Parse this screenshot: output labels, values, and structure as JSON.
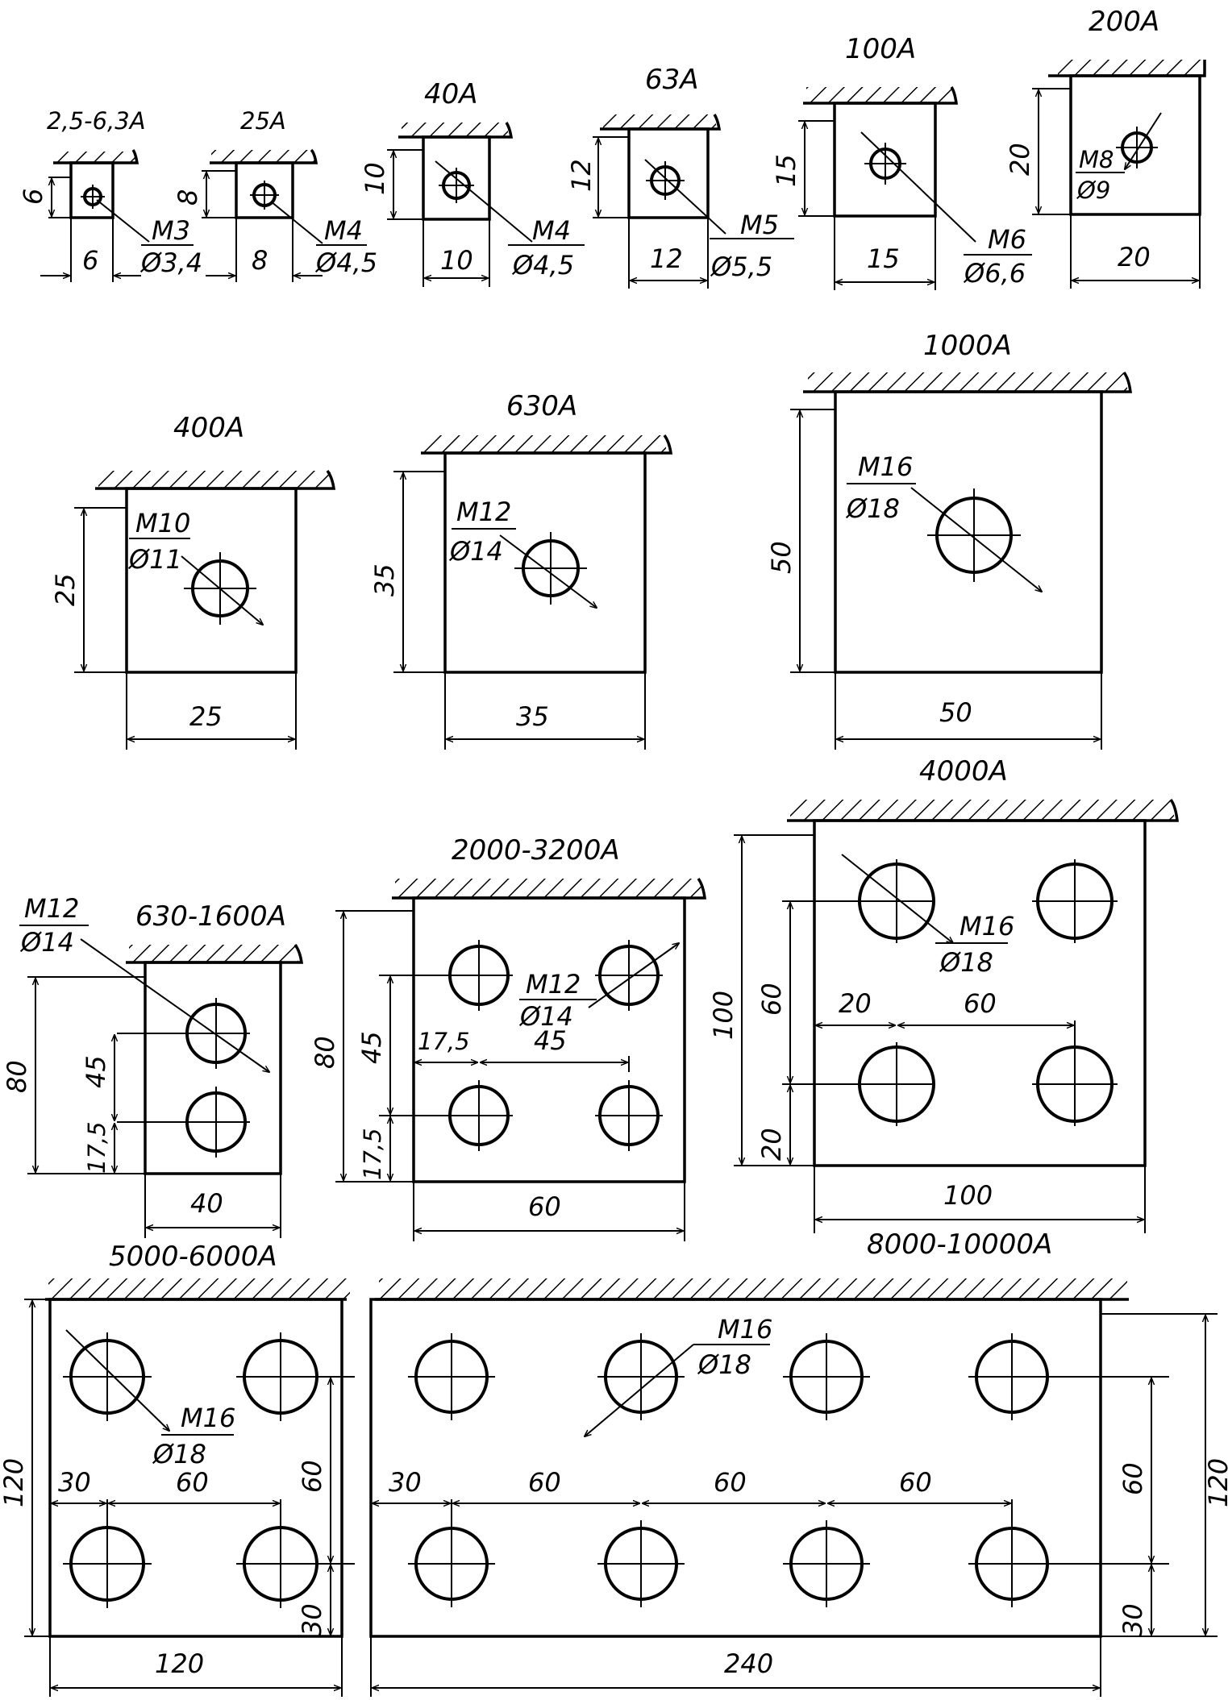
{
  "titles": {
    "c2_5_6_3": "2,5-6,3A",
    "c25": "25A",
    "c40": "40A",
    "c63": "63A",
    "c100": "100A",
    "c200": "200A",
    "c400": "400A",
    "c630": "630A",
    "c1000": "1000A",
    "c630_1600": "630-1600A",
    "c2000_3200": "2000-3200A",
    "c4000": "4000A",
    "c5000_6000": "5000-6000A",
    "c8000_10000": "8000-10000A"
  },
  "row1": {
    "p1": {
      "h": "6",
      "w": "6",
      "thread": "M3",
      "bore": "Ø3,4"
    },
    "p2": {
      "h": "8",
      "w": "8",
      "thread": "M4",
      "bore": "Ø4,5"
    },
    "p3": {
      "h": "10",
      "w": "10",
      "thread": "M4",
      "bore": "Ø4,5"
    },
    "p4": {
      "h": "12",
      "w": "12",
      "thread": "M5",
      "bore": "Ø5,5"
    },
    "p5": {
      "h": "15",
      "w": "15",
      "thread": "M6",
      "bore": "Ø6,6"
    },
    "p6": {
      "h": "20",
      "w": "20",
      "thread": "M8",
      "bore": "Ø9"
    }
  },
  "row2": {
    "p400": {
      "h": "25",
      "w": "25",
      "thread": "M10",
      "bore": "Ø11"
    },
    "p630": {
      "h": "35",
      "w": "35",
      "thread": "M12",
      "bore": "Ø14"
    },
    "p1000": {
      "h": "50",
      "w": "50",
      "thread": "M16",
      "bore": "Ø18"
    }
  },
  "row3": {
    "p630_1600": {
      "h": "80",
      "spacing": "45",
      "edge": "17,5",
      "w": "40",
      "thread": "M12",
      "bore": "Ø14"
    },
    "p2000_3200": {
      "h": "80",
      "spacing_v": "45",
      "edge_v": "17,5",
      "edge_h": "17,5",
      "spacing_h": "45",
      "w": "60",
      "thread": "M12",
      "bore": "Ø14"
    },
    "p4000": {
      "h": "100",
      "spacing_v": "60",
      "edge_v": "20",
      "edge_h": "20",
      "spacing_h": "60",
      "w": "100",
      "thread": "M16",
      "bore": "Ø18"
    }
  },
  "row4": {
    "p5000_6000": {
      "h": "120",
      "spacing_v": "60",
      "edge_v": "30",
      "edge_h": "30",
      "spacing_h": "60",
      "w": "120",
      "thread": "M16",
      "bore": "Ø18"
    },
    "p8000_10000": {
      "h": "120",
      "spacing_v": "60",
      "edge_v": "30",
      "edge_h": "30",
      "spacing_h1": "60",
      "spacing_h2": "60",
      "spacing_h3": "60",
      "w": "240",
      "thread": "M16",
      "bore": "Ø18"
    }
  }
}
